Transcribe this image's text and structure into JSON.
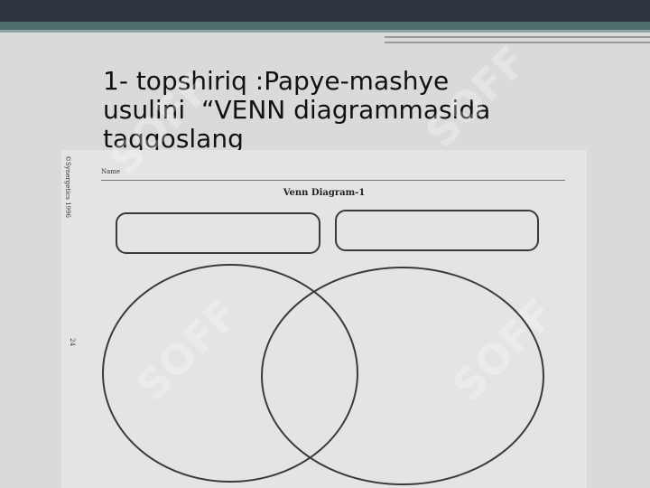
{
  "slide": {
    "title": "1- topshiriq :Papye-mashye\nusulini  “VENN diagrammasida\ntaqqoslang"
  },
  "worksheet": {
    "copyright": "©Synergetics 1996",
    "page_number": "24",
    "name_label": "Name",
    "title": "Venn Diagram-1"
  },
  "watermark": {
    "text": "SOFF"
  }
}
